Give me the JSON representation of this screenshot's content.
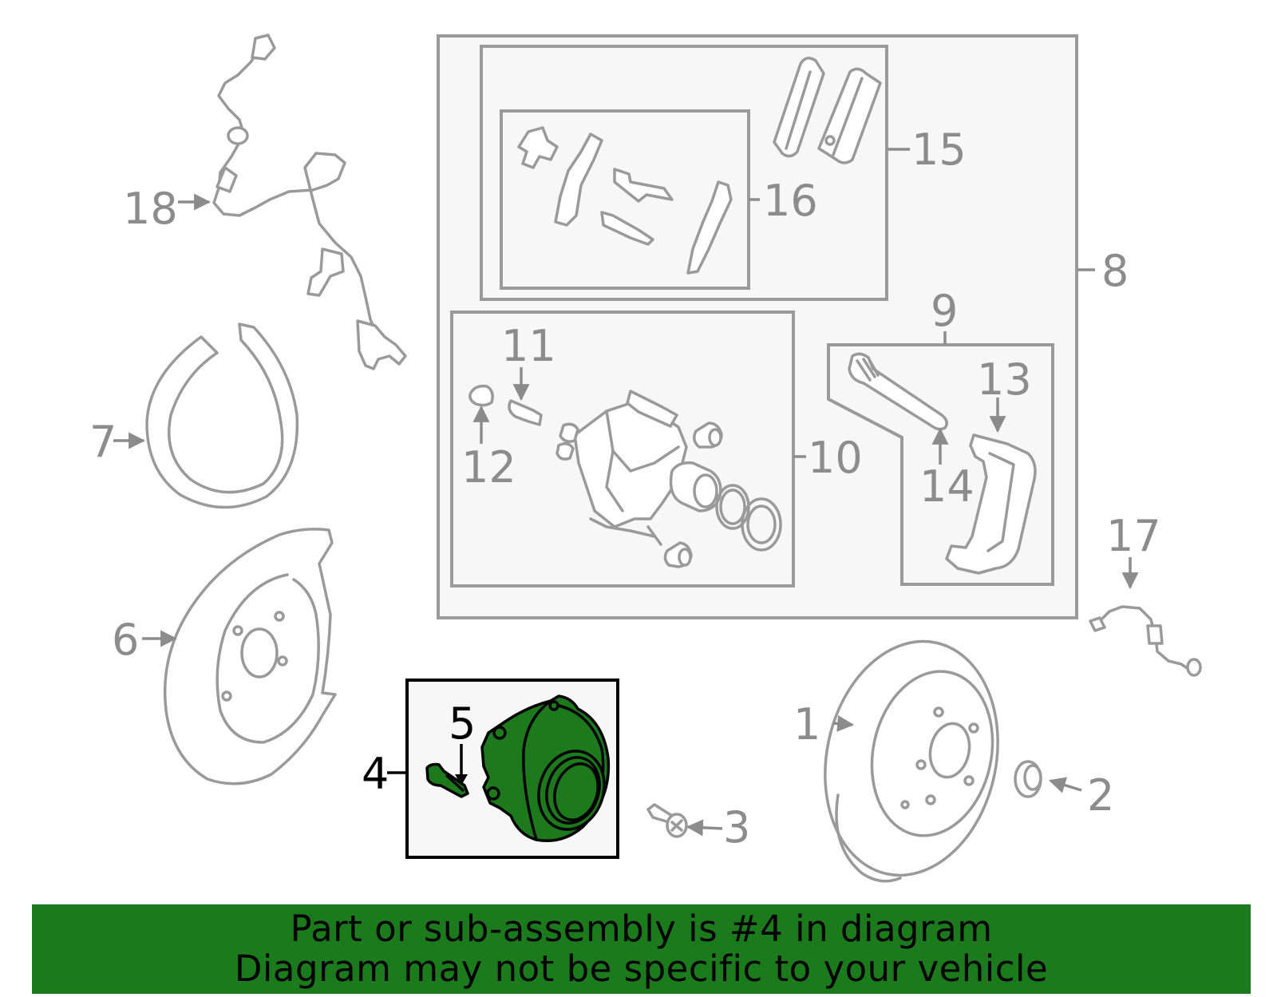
{
  "labels": {
    "p1": "1",
    "p2": "2",
    "p3": "3",
    "p4": "4",
    "p5": "5",
    "p6": "6",
    "p7": "7",
    "p8": "8",
    "p9": "9",
    "p10": "10",
    "p11": "11",
    "p12": "12",
    "p13": "13",
    "p14": "14",
    "p15": "15",
    "p16": "16",
    "p17": "17",
    "p18": "18"
  },
  "highlight": {
    "part": "4",
    "color": "#1c7a1c"
  },
  "banner": {
    "line1": "Part or sub-assembly is #4 in diagram",
    "line2": "Diagram may not be specific to your vehicle",
    "background": "#1b7a1b"
  },
  "colors": {
    "line_art": "#9a9a9a",
    "label": "#8c8c8c"
  }
}
